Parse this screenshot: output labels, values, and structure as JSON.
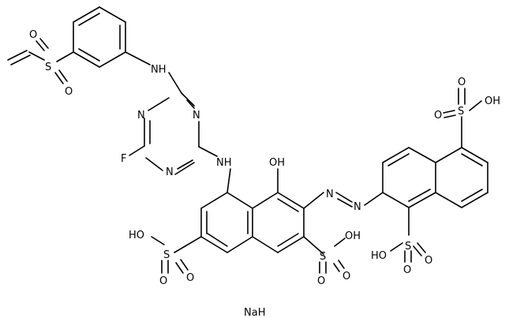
{
  "labels": {
    "s_vinyl": "S",
    "o_vinyl_top": "O",
    "o_vinyl_bot": "O",
    "nh_top": "NH",
    "n_tri1": "N",
    "n_tri2": "N",
    "n_tri3": "N",
    "f": "F",
    "nh_mid": "NH",
    "oh": "OH",
    "n_azo1": "N",
    "n_azo2": "N",
    "s_tr": "S",
    "oh_tr": "OH",
    "o_tr_up": "O",
    "o_tr_dn": "O",
    "s_left": "S",
    "ho_left": "HO",
    "o_left_l": "O",
    "o_left_r": "O",
    "s_mid": "S",
    "oh_mid": "OH",
    "o_mid_l": "O",
    "o_mid_r": "O",
    "s_right": "S",
    "ho_right": "HO",
    "o_right_r": "O",
    "o_right_d": "O",
    "na": "NaH"
  }
}
